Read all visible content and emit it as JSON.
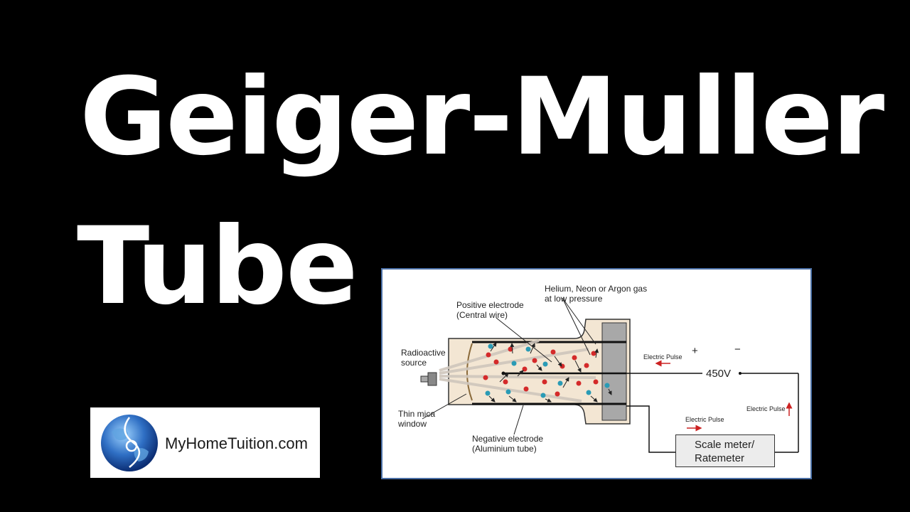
{
  "title": {
    "line1": "Geiger-Muller",
    "line2": "Tube"
  },
  "logo": {
    "text": "MyHomeTuition.com",
    "icon": "globe-icon"
  },
  "diagram": {
    "labels": {
      "gas_line1": "Helium, Neon or Argon gas",
      "gas_line2": "at low pressure",
      "positive_line1": "Positive electrode",
      "positive_line2": "(Central wire)",
      "source_line1": "Radioactive",
      "source_line2": "source",
      "mica_line1": "Thin mica",
      "mica_line2": "window",
      "negative_line1": "Negative electrode",
      "negative_line2": "(Aluminium tube)",
      "pulse_top": "Electric Pulse",
      "pulse_bottom": "Electric Pulse",
      "pulse_right": "Electric Pulse",
      "plus": "+",
      "minus": "−",
      "voltage": "450V",
      "meter_line1": "Scale meter/",
      "meter_line2": "Ratemeter"
    },
    "colors": {
      "frame_border": "#4a6fa5",
      "tube_fill": "#f3e6d3",
      "positive_ion": "#d42a2a",
      "electron": "#2a9bb5",
      "pulse_arrow": "#cc2222"
    }
  }
}
